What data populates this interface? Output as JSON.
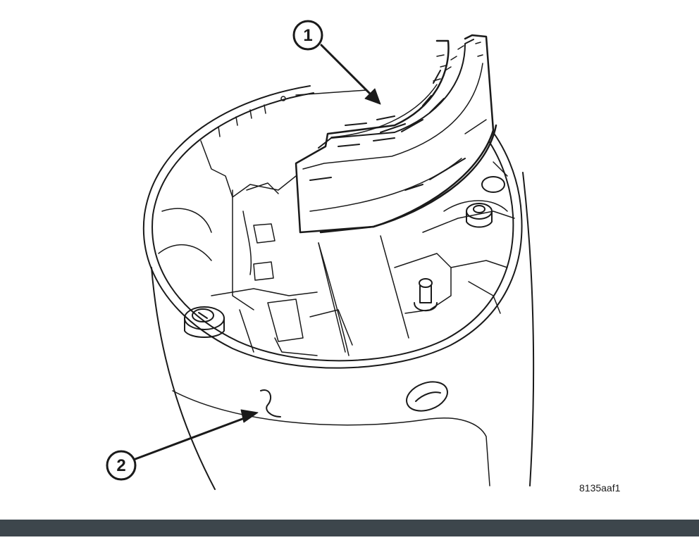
{
  "diagram": {
    "figure_code": "8135aaf1",
    "callouts": [
      {
        "id": "1",
        "label": "1"
      },
      {
        "id": "2",
        "label": "2"
      }
    ]
  },
  "colors": {
    "line": "#1a1a1a",
    "background": "#ffffff",
    "bottom_bar": "#3d464c"
  }
}
